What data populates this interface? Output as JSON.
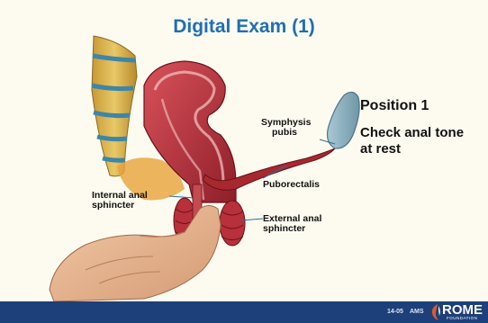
{
  "slide": {
    "title": "Digital Exam (1)",
    "position_heading": "Position 1",
    "instruction_lines": [
      "Check anal tone",
      "at rest"
    ]
  },
  "labels": {
    "symphysis_pubis": [
      "Symphysis",
      "pubis"
    ],
    "puborectalis": "Puborectalis",
    "internal_anal_sphincter": [
      "Internal anal",
      "sphincter"
    ],
    "external_anal_sphincter": [
      "External anal",
      "sphincter"
    ]
  },
  "footer": {
    "slide_code": "14-05",
    "author": "AMS",
    "logo_text": "ROME",
    "logo_subtext": "FOUNDATION"
  },
  "colors": {
    "title": "#1e6fb4",
    "footer_bar": "#1d3f7a",
    "rectum": "#b8323a",
    "bone": "#8fb4c2",
    "skin": "#e9b896",
    "spine": "#d9b04a"
  }
}
